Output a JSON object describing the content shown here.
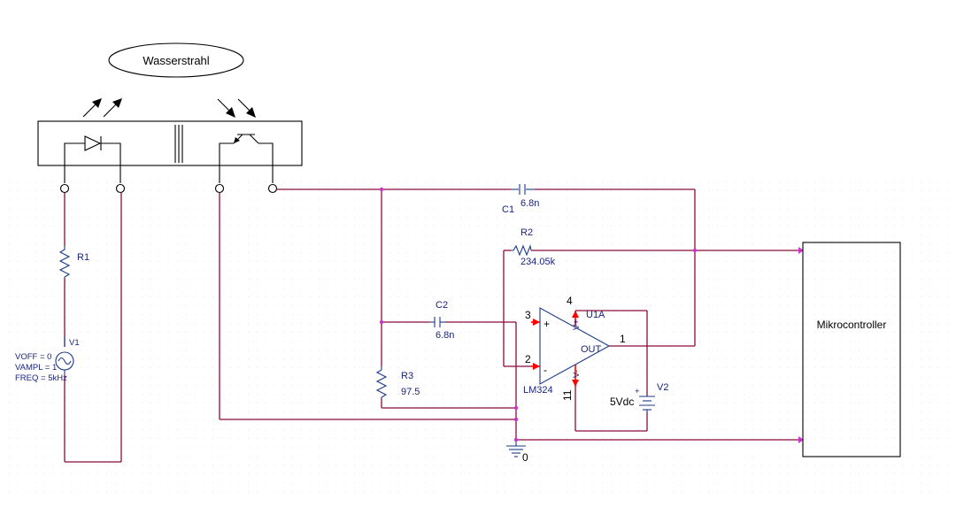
{
  "colors": {
    "wire": "#8b0a3c",
    "part": "#1a3a8a",
    "label": "#1a237e",
    "pin": "#ff0000",
    "junction": "#cc33cc"
  },
  "title_bubble": "Wasserstrahl",
  "components": {
    "r1": {
      "ref": "R1"
    },
    "v1": {
      "ref": "V1",
      "voff": "VOFF = 0",
      "vampl": "VAMPL = 1",
      "freq": "FREQ = 5kHz"
    },
    "c1": {
      "ref": "C1",
      "value": "6.8n"
    },
    "r2": {
      "ref": "R2",
      "value": "234.05k"
    },
    "c2": {
      "ref": "C2",
      "value": "6.8n"
    },
    "r3": {
      "ref": "R3",
      "value": "97.5"
    },
    "u1": {
      "ref": "U1A",
      "part": "LM324",
      "out": "OUT",
      "plus": "+",
      "minus": "-",
      "pin3": "3",
      "pin2": "2",
      "pin1": "1",
      "pin4": "4",
      "pin11": "11",
      "vplus": "V+",
      "vminus": "V-"
    },
    "v2": {
      "ref": "V2",
      "value": "5Vdc",
      "plus": "+"
    },
    "gnd": {
      "ref": "0"
    }
  },
  "mikrocontroller": "Mikrocontroller"
}
